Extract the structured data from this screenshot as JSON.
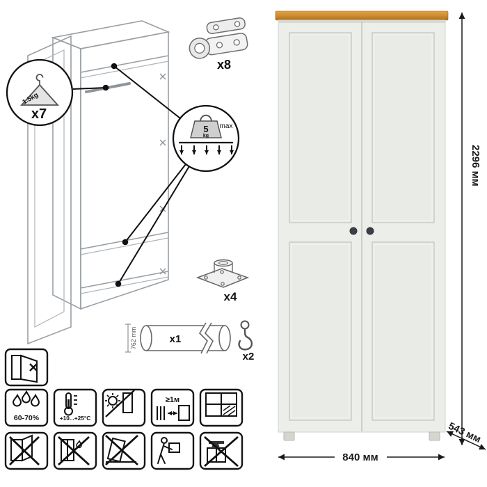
{
  "parts": {
    "hinge_count": "x8",
    "hanger_capacity": "1.5kg",
    "hanger_count": "x7",
    "shelf_load_value": "5",
    "shelf_load_unit": "kg",
    "shelf_load_note": "max",
    "foot_count": "x4",
    "rod_count": "x1",
    "rod_length": "762 mm",
    "hook_count": "x2"
  },
  "dimensions": {
    "height": "2296 мм",
    "width": "840 мм",
    "depth": "543 мм"
  },
  "care": {
    "humidity": "60-70%",
    "temperature": "+10...+25°C",
    "distance": "≥1м"
  },
  "colors": {
    "wood_top": "#c98a34",
    "body": "#eceee9",
    "knob": "#3c4046",
    "line": "#1a1a1a"
  }
}
